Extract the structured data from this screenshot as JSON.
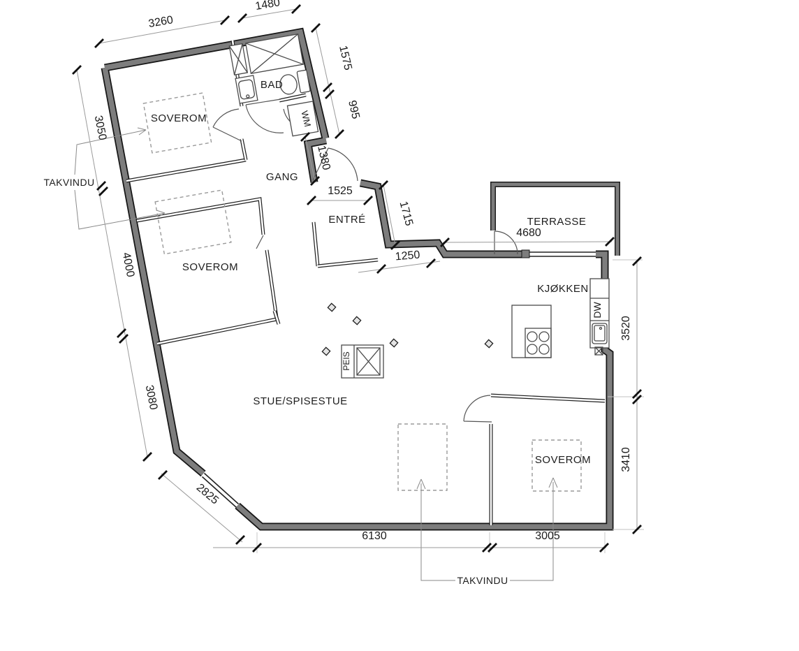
{
  "plan": {
    "rooms": {
      "soverom1": "SOVEROM",
      "soverom2": "SOVEROM",
      "soverom3": "SOVEROM",
      "bad": "BAD",
      "gang": "GANG",
      "entre": "ENTRÉ",
      "terrasse": "TERRASSE",
      "kjokken": "KJØKKEN",
      "stue": "STUE/SPISESTUE"
    },
    "fixtures": {
      "peis": "PEIS",
      "wm": "WM",
      "dw": "DW"
    },
    "annotations": {
      "takvindu_left": "TAKVINDU",
      "takvindu_bottom": "TAKVINDU"
    },
    "dimensions_mm": {
      "top_wall": "3260",
      "bad_top": "1480",
      "bad_right": "1575",
      "wm_right": "995",
      "left_upper": "3050",
      "entre_door": "1380",
      "entre_width": "1525",
      "entre_right": "1715",
      "entre_bottom": "1250",
      "kjokken_terrasse_width": "4680",
      "left_middle": "4000",
      "right_upper": "3520",
      "left_lower": "3080",
      "right_lower": "3410",
      "window_diagonal": "2825",
      "bottom_left": "6130",
      "bottom_right": "3005"
    }
  }
}
